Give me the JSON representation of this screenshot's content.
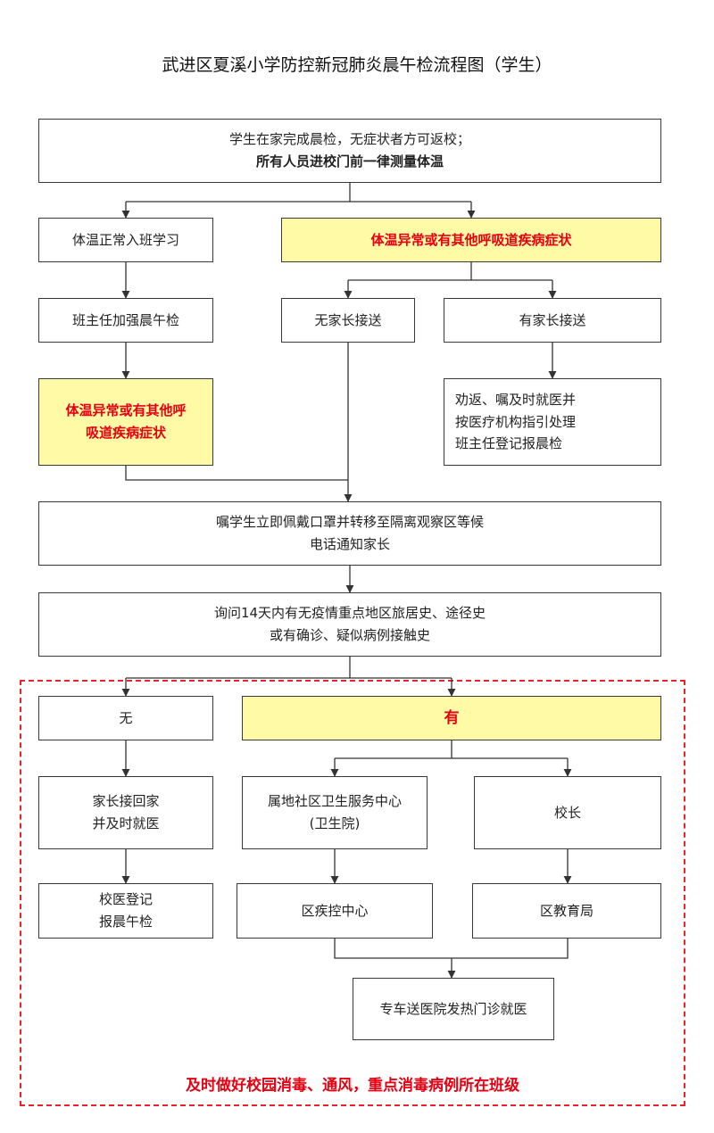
{
  "title": "武进区夏溪小学防控新冠肺炎晨午检流程图（学生）",
  "top": {
    "line1": "学生在家完成晨检，无症状者方可返校；",
    "line2": "所有人员进校门前一律测量体温"
  },
  "normal_temp": "体温正常入班学习",
  "abnormal_top": "体温异常或有其他呼吸道疾病症状",
  "head_teacher_check": "班主任加强晨午检",
  "no_parent": "无家长接送",
  "with_parent": "有家长接送",
  "abnormal_left": {
    "line1": "体温异常或有其他呼",
    "line2": "吸道疾病症状"
  },
  "advice": {
    "line1": "劝返、嘱及时就医并",
    "line2": "按医疗机构指引处理",
    "line3": "班主任登记报晨检"
  },
  "isolate": {
    "line1": "嘱学生立即佩戴口罩并转移至隔离观察区等候",
    "line2": "电话通知家长"
  },
  "inquiry": {
    "line1": "询问14天内有无疫情重点地区旅居史、途径史",
    "line2": "或有确诊、疑似病例接触史"
  },
  "no": "无",
  "yes": "有",
  "parent_pickup": {
    "line1": "家长接回家",
    "line2": "并及时就医"
  },
  "community": {
    "line1": "属地社区卫生服务中心",
    "line2": "(卫生院)"
  },
  "principal": "校长",
  "school_doctor": {
    "line1": "校医登记",
    "line2": "报晨午检"
  },
  "cdc": "区疾控中心",
  "edu_bureau": "区教育局",
  "hospital": "专车送医院发热门诊就医",
  "footer": "及时做好校园消毒、通风，重点消毒病例所在班级"
}
